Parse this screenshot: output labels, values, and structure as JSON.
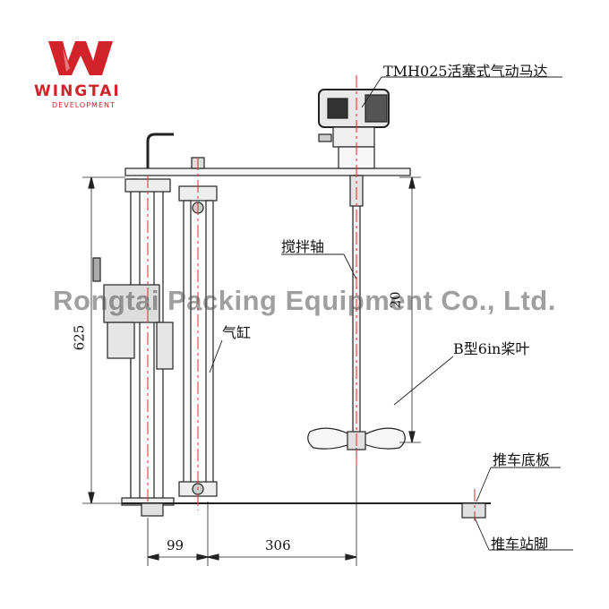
{
  "brand": {
    "name": "WINGTAI",
    "subtitle": "DEVELOPMENT"
  },
  "watermark": "Rongtai Packing Equipment Co., Ltd.",
  "labels": {
    "motor": "TMH025活塞式气动马达",
    "shaft": "搅拌轴",
    "cylinder": "气缸",
    "impeller": "B型6in桨叶",
    "base_plate": "推车底板",
    "foot": "推车站脚"
  },
  "dimensions": {
    "height": "625",
    "shaft_length": "20",
    "left_width": "99",
    "right_width": "306"
  },
  "colors": {
    "brand_red": "#d2232a",
    "center_line": "#e0282c",
    "line": "#222222"
  }
}
